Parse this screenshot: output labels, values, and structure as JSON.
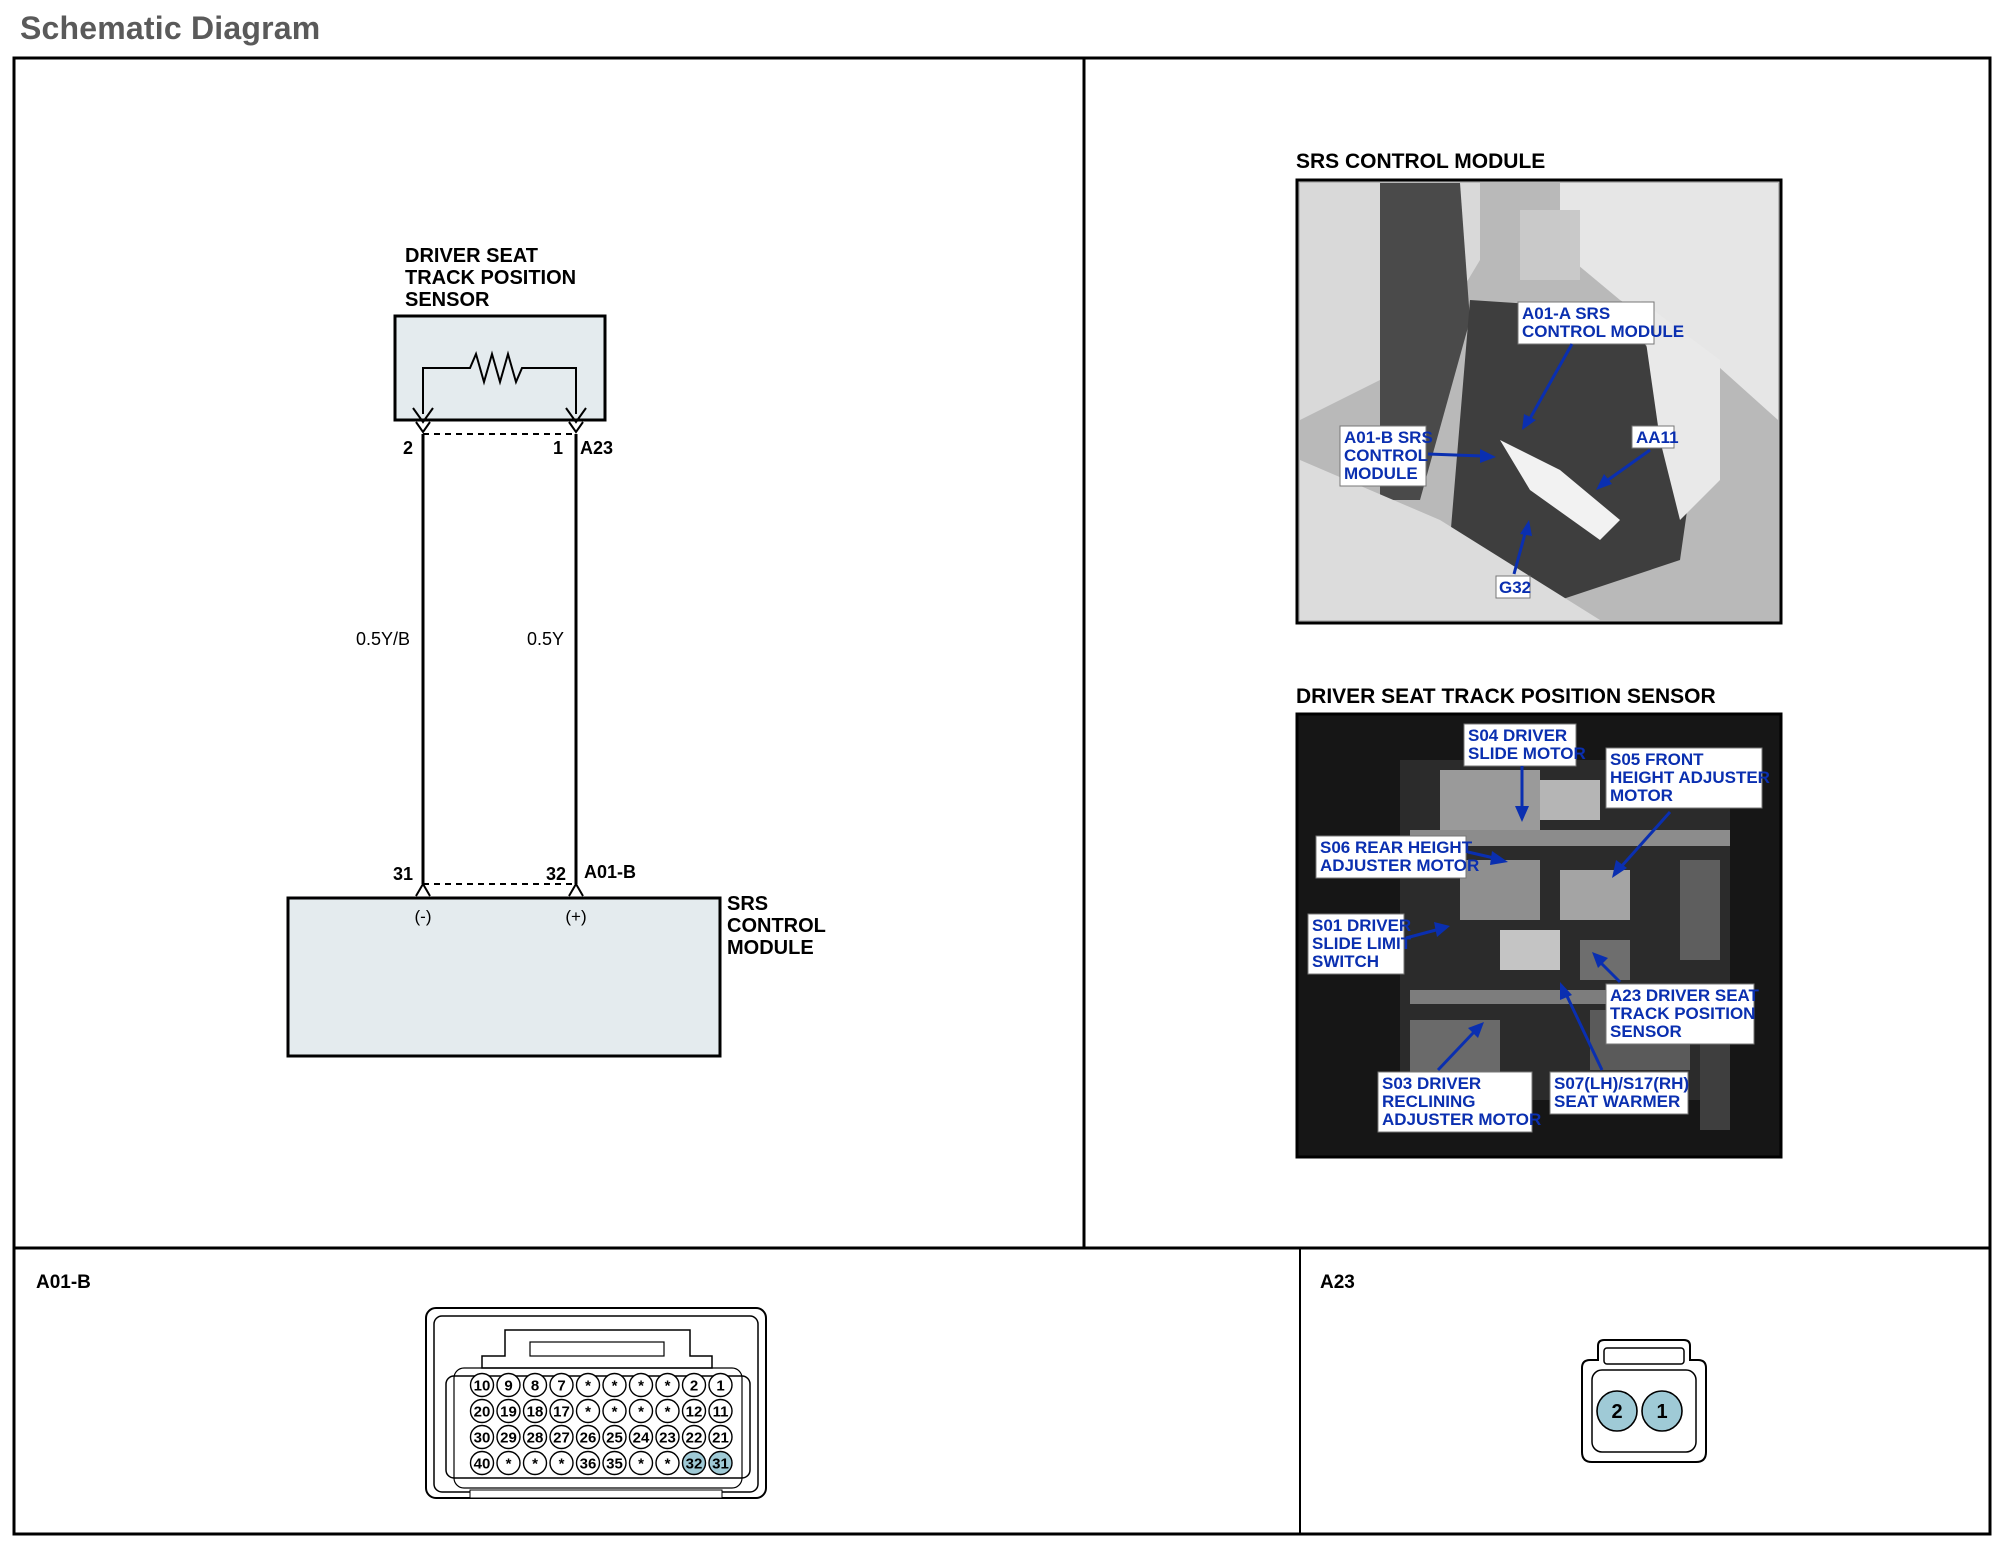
{
  "page_title": "Schematic Diagram",
  "schematic": {
    "sensor_name": [
      "DRIVER SEAT",
      "TRACK POSITION",
      "SENSOR"
    ],
    "sensor_pin_left": "2",
    "sensor_pin_right": "1",
    "sensor_connector": "A23",
    "wire_left": "0.5Y/B",
    "wire_right": "0.5Y",
    "module_pin_left": "31",
    "module_pin_right": "32",
    "module_connector": "A01-B",
    "terminal_neg": "(-)",
    "terminal_pos": "(+)",
    "module_name": [
      "SRS",
      "CONTROL",
      "MODULE"
    ]
  },
  "photo_top": {
    "title": "SRS CONTROL MODULE",
    "callouts": [
      [
        "A01-A SRS",
        "CONTROL MODULE"
      ],
      [
        "A01-B SRS",
        "CONTROL",
        "MODULE"
      ],
      [
        "AA11"
      ],
      [
        "G32"
      ]
    ]
  },
  "photo_bottom": {
    "title": "DRIVER SEAT TRACK POSITION SENSOR",
    "callouts": [
      [
        "S04 DRIVER",
        "SLIDE MOTOR"
      ],
      [
        "S05 FRONT",
        "HEIGHT ADJUSTER",
        "MOTOR"
      ],
      [
        "S06 REAR HEIGHT",
        "ADJUSTER MOTOR"
      ],
      [
        "S01 DRIVER",
        "SLIDE LIMIT",
        "SWITCH"
      ],
      [
        "A23 DRIVER SEAT",
        "TRACK POSITION",
        "SENSOR"
      ],
      [
        "S03 DRIVER",
        "RECLINING",
        "ADJUSTER MOTOR"
      ],
      [
        "S07(LH)/S17(RH)",
        "SEAT WARMER"
      ]
    ]
  },
  "connector_a01b": {
    "label": "A01-B",
    "rows": [
      [
        "10",
        "9",
        "8",
        "7",
        "*",
        "*",
        "*",
        "*",
        "2",
        "1"
      ],
      [
        "20",
        "19",
        "18",
        "17",
        "*",
        "*",
        "*",
        "*",
        "12",
        "11"
      ],
      [
        "30",
        "29",
        "28",
        "27",
        "26",
        "25",
        "24",
        "23",
        "22",
        "21"
      ],
      [
        "40",
        "*",
        "*",
        "*",
        "36",
        "35",
        "*",
        "*",
        "32",
        "31"
      ]
    ],
    "highlighted_pins": [
      "32",
      "31"
    ]
  },
  "connector_a23": {
    "label": "A23",
    "pins": [
      "2",
      "1"
    ]
  },
  "colors": {
    "module_fill": "#e4ebee",
    "pin_highlight": "#9fcad6",
    "callout_text": "#0a2fb0",
    "title_gray": "#5a5a5a"
  }
}
